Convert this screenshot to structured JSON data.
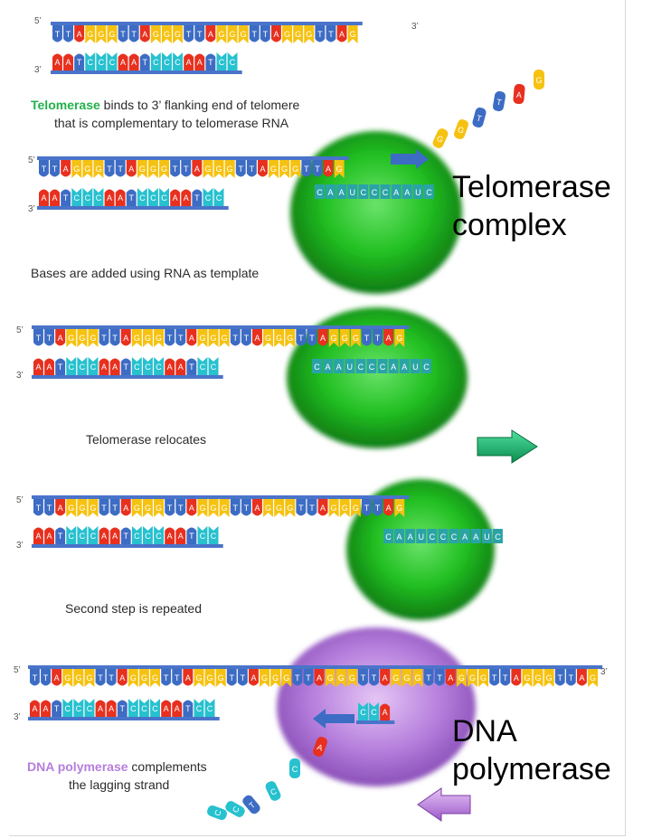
{
  "colors": {
    "T": "#3d6cc4",
    "A": "#e8301f",
    "G": "#f6c211",
    "C": "#27c1cf",
    "U": "#27c1cf",
    "backbone": "#4a74c9",
    "telomerase": "#2ecc40",
    "polymerase": "#b57edc",
    "caption_green": "#22b14c",
    "caption_purple": "#b57edc"
  },
  "strand_ends": {
    "five_prime": "5’",
    "three_prime": "3’"
  },
  "steps": [
    {
      "id": "step1",
      "top_seq": "TTAGGGTTAGGGTTAGGGTTAGGGTTAG",
      "bottom_seq": "AATCCCAATCCCAATCC",
      "caption_highlight": "Telomerase",
      "caption_rest_line1": " binds to 3’ flanking end of telomere",
      "caption_line2": "that is complementary to telomerase RNA"
    },
    {
      "id": "step2",
      "top_seq": "TTAGGGTTAGGGTTAGGGTTAGGGTTAG",
      "bottom_seq": "AATCCCAATCCCAATCC",
      "rna_seq": "CAAUCCCAAUC",
      "incoming_bases": "GGTTAG",
      "caption": "Bases are added using RNA as template"
    },
    {
      "id": "step3",
      "top_seq": "TTAGGGTTAGGGTTAGGGTTAGGGTTAGGGTTAG",
      "bottom_seq": "AATCCCAATCCCAATCC",
      "rna_seq": "CAAUCCCAAUC",
      "caption": "Telomerase relocates"
    },
    {
      "id": "step4",
      "top_seq": "TTAGGGTTAGGGTTAGGGTTAGGGTTAGGGTTAG",
      "bottom_seq": "AATCCCAATCCCAATCC",
      "rna_seq": "CAAUCCCAAUC",
      "caption": "Second step is repeated"
    },
    {
      "id": "step5",
      "top_seq": "TTAGGGTTAGGGTTAGGGTTAGGGTTAGGGTTAGGGTTAGGGTTAGGGTTAG",
      "bottom_seq": "AATCCCAATCCCAATCC",
      "incoming_bases": "ACCT",
      "caption_highlight": "DNA polymerase",
      "caption_rest_line1": " complements",
      "caption_line2": "the lagging strand"
    }
  ],
  "labels": {
    "telomerase_line1": "Telomerase",
    "telomerase_line2": "complex",
    "polymerase_line1": "DNA",
    "polymerase_line2": "polymerase"
  }
}
